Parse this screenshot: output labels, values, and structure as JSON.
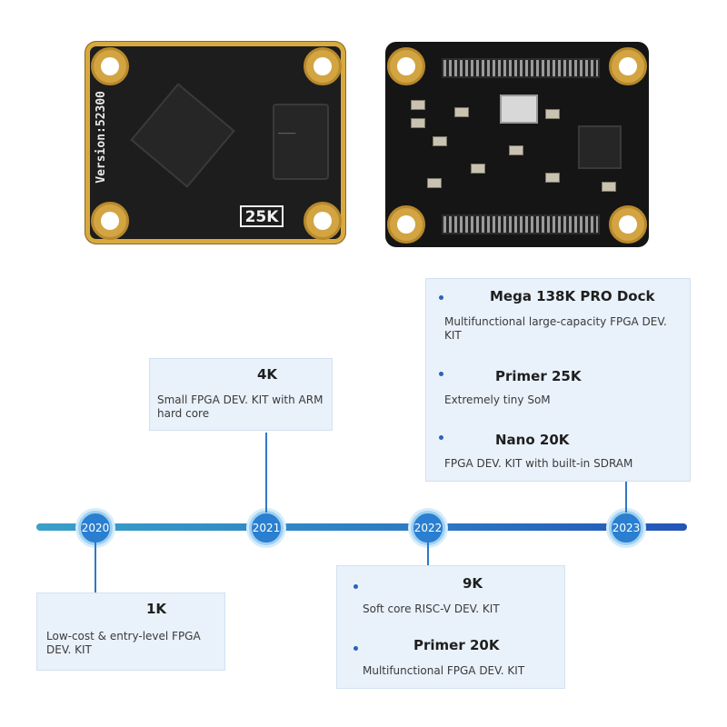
{
  "boards": {
    "front_version": "Version:52300",
    "front_badge": "25K"
  },
  "timeline": {
    "years": [
      "2020",
      "2021",
      "2022",
      "2023"
    ]
  },
  "cards": {
    "c2020": {
      "items": [
        {
          "title": "1K",
          "desc": "Low-cost & entry-level FPGA DEV. KIT"
        }
      ]
    },
    "c2021": {
      "items": [
        {
          "title": "4K",
          "desc": "Small FPGA DEV. KIT with ARM hard core"
        }
      ]
    },
    "c2022": {
      "items": [
        {
          "title": "9K",
          "desc": "Soft core RISC-V DEV. KIT"
        },
        {
          "title": "Primer 20K",
          "desc": "Multifunctional FPGA DEV. KIT"
        }
      ]
    },
    "c2023": {
      "items": [
        {
          "title": "Mega 138K PRO Dock",
          "desc": "Multifunctional large-capacity FPGA DEV. KIT"
        },
        {
          "title": "Primer 25K",
          "desc": "Extremely tiny SoM"
        },
        {
          "title": "Nano 20K",
          "desc": "FPGA DEV. KIT with built-in SDRAM"
        }
      ]
    }
  }
}
